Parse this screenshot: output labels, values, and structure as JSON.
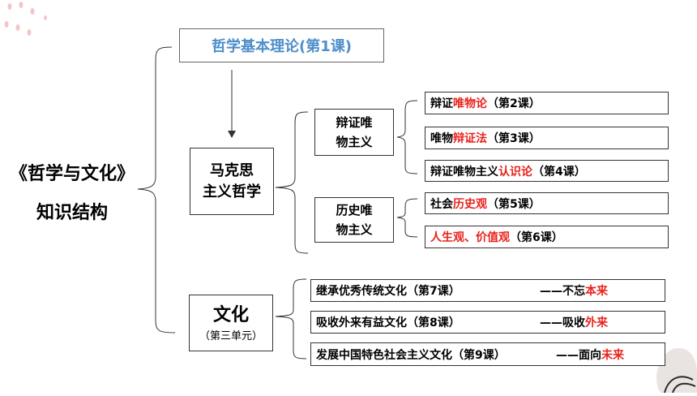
{
  "title": {
    "line1": "《哲学与文化》",
    "line2": "知识结构"
  },
  "top": {
    "label": "哲学基本理论(第1课)"
  },
  "marx": {
    "line1": "马克思",
    "line2": "主义哲学"
  },
  "dialectical": {
    "line1": "辩证唯",
    "line2": "物主义"
  },
  "historical": {
    "line1": "历史唯",
    "line2": "物主义"
  },
  "culture": {
    "title": "文化",
    "sub": "（第三单元）"
  },
  "lessons": {
    "l2": {
      "pre": "辩证",
      "hl": "唯物论",
      "post": "（第2课）"
    },
    "l3": {
      "pre": "唯物",
      "hl": "辩证法",
      "post": "（第3课）"
    },
    "l4": {
      "pre": "辩证唯物主义",
      "hl": "认识论",
      "post": "（第4课）"
    },
    "l5": {
      "pre": "社会",
      "hl": "历史观",
      "post": "（第5课）"
    },
    "l6": {
      "hl": "人生观、价值观",
      "post": "（第6课）"
    }
  },
  "culture_items": {
    "c7": {
      "text": "继承优秀传统文化（第7课）",
      "dash": "——不忘",
      "hl": "本来"
    },
    "c8": {
      "text": "吸收外来有益文化（第8课）",
      "dash": "——吸收",
      "hl": "外来"
    },
    "c9": {
      "text": "发展中国特色社会主义文化（第9课）",
      "dash": "——面向",
      "hl": "未来"
    }
  },
  "colors": {
    "accent_red": "#e8221b",
    "top_text": "#4d8fc9"
  }
}
